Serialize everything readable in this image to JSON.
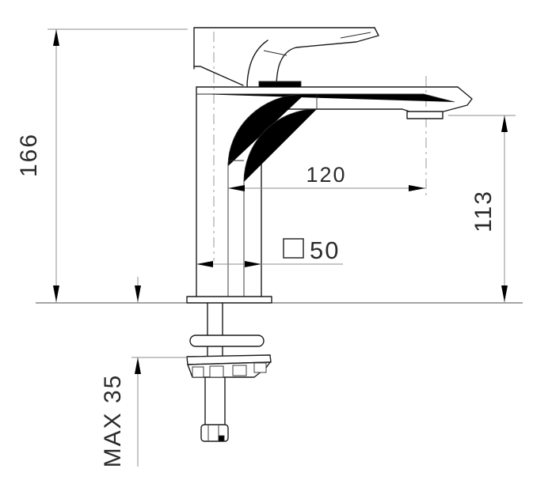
{
  "drawing": {
    "kind": "technical-dimension-drawing",
    "subject": "single-lever basin mixer faucet, side elevation with under-counter mounting parts"
  },
  "dimensions": {
    "overall_height": "166",
    "spout_reach": "120",
    "spout_outlet_height": "113",
    "body_square_size": "50",
    "max_mounting_thickness": "MAX 35"
  },
  "symbols": {
    "square_section": "square outline symbol preceding 50"
  },
  "colors": {
    "background": "#ffffff",
    "object_line": "#1c1c1c",
    "dimension_line": "#8c8c8c",
    "centerline": "#9a9a9a",
    "text": "#2b2b2b",
    "arrow": "#000000"
  }
}
